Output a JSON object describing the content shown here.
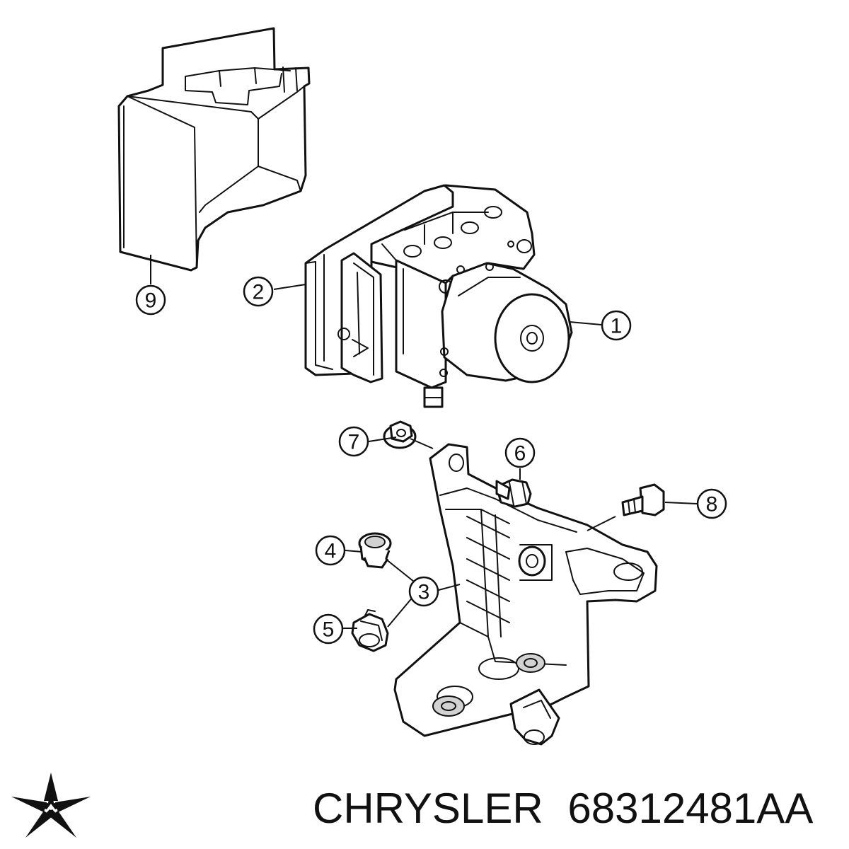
{
  "callouts": [
    {
      "id": "1",
      "label": "1"
    },
    {
      "id": "2",
      "label": "2"
    },
    {
      "id": "3",
      "label": "3"
    },
    {
      "id": "4",
      "label": "4"
    },
    {
      "id": "5",
      "label": "5"
    },
    {
      "id": "6",
      "label": "6"
    },
    {
      "id": "7",
      "label": "7"
    },
    {
      "id": "8",
      "label": "8"
    },
    {
      "id": "9",
      "label": "9"
    }
  ],
  "caption": {
    "brand": "CHRYSLER",
    "part_number": "68312481AA"
  },
  "logo": {
    "icon": "chrysler-pentastar-icon",
    "color": "#111111"
  }
}
